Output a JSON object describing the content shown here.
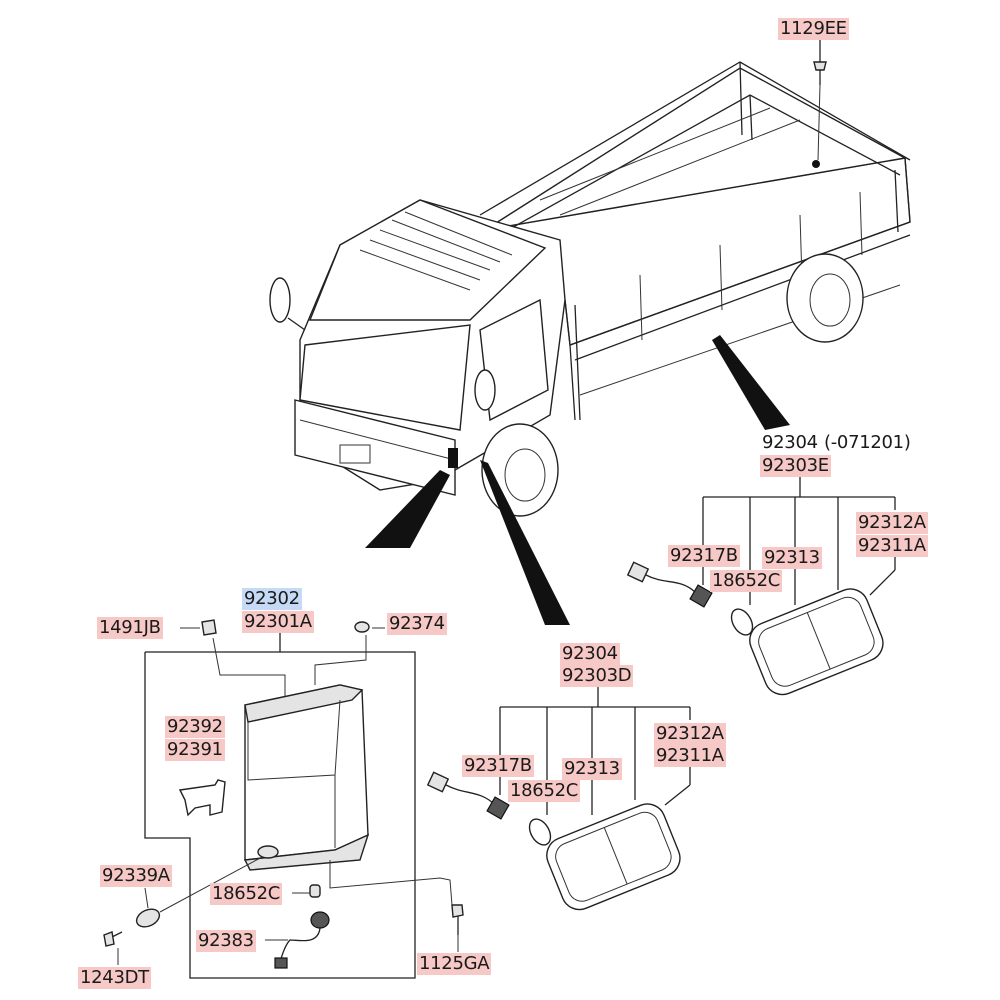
{
  "labels": {
    "l_1129EE": "1129EE",
    "l_92304_top": "92304",
    "l_date": "(-071201)",
    "l_92303E": "92303E",
    "l_92317B_top": "92317B",
    "l_92313_top": "92313",
    "l_18652C_top": "18652C",
    "l_92312A_top": "92312A",
    "l_92311A_top": "92311A",
    "l_92302": "92302",
    "l_92301A": "92301A",
    "l_1491JB": "1491JB",
    "l_92374": "92374",
    "l_92304_mid": "92304",
    "l_92303D": "92303D",
    "l_92392": "92392",
    "l_92391": "92391",
    "l_92317B_mid": "92317B",
    "l_92313_mid": "92313",
    "l_18652C_mid": "18652C",
    "l_92312A_mid": "92312A",
    "l_92311A_mid": "92311A",
    "l_92339A": "92339A",
    "l_18652C_bot": "18652C",
    "l_92383": "92383",
    "l_1243DT": "1243DT",
    "l_1125GA": "1125GA"
  }
}
